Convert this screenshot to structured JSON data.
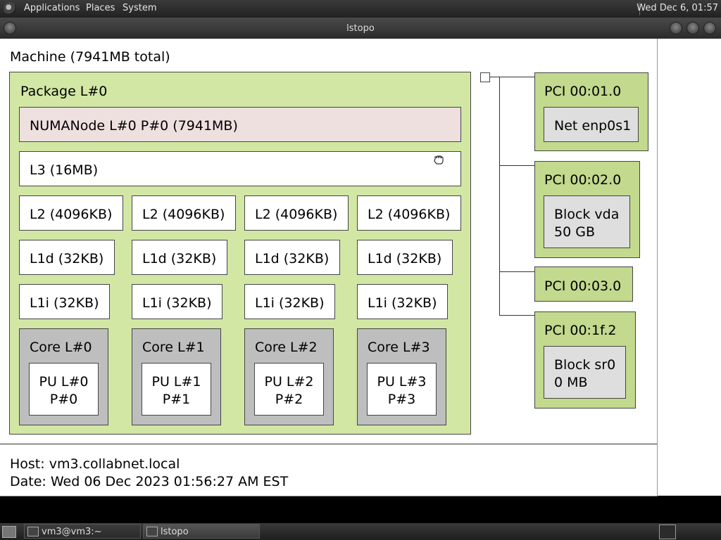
{
  "top_panel": {
    "menu": [
      "Applications",
      "Places",
      "System"
    ],
    "clock": "Wed Dec  6, 01:57"
  },
  "window": {
    "title": "lstopo"
  },
  "topology": {
    "machine": "Machine (7941MB total)",
    "package": "Package L#0",
    "numa": "NUMANode L#0 P#0 (7941MB)",
    "l3": "L3 (16MB)",
    "l2": [
      "L2 (4096KB)",
      "L2 (4096KB)",
      "L2 (4096KB)",
      "L2 (4096KB)"
    ],
    "l1d": [
      "L1d (32KB)",
      "L1d (32KB)",
      "L1d (32KB)",
      "L1d (32KB)"
    ],
    "l1i": [
      "L1i (32KB)",
      "L1i (32KB)",
      "L1i (32KB)",
      "L1i (32KB)"
    ],
    "cores": [
      {
        "label": "Core L#0",
        "pu": "PU L#0",
        "p": "P#0"
      },
      {
        "label": "Core L#1",
        "pu": "PU L#1",
        "p": "P#1"
      },
      {
        "label": "Core L#2",
        "pu": "PU L#2",
        "p": "P#2"
      },
      {
        "label": "Core L#3",
        "pu": "PU L#3",
        "p": "P#3"
      }
    ],
    "pci": [
      {
        "label": "PCI 00:01.0",
        "device": [
          "Net enp0s1"
        ]
      },
      {
        "label": "PCI 00:02.0",
        "device": [
          "Block vda",
          "50 GB"
        ]
      },
      {
        "label": "PCI 00:03.0"
      },
      {
        "label": "PCI 00:1f.2",
        "device": [
          "Block sr0",
          "0 MB"
        ]
      }
    ]
  },
  "footer": {
    "host": "Host: vm3.collabnet.local",
    "date": "Date: Wed 06 Dec 2023 01:56:27 AM EST"
  },
  "taskbar": {
    "tasks": [
      "vm3@vm3:~",
      "lstopo"
    ]
  }
}
